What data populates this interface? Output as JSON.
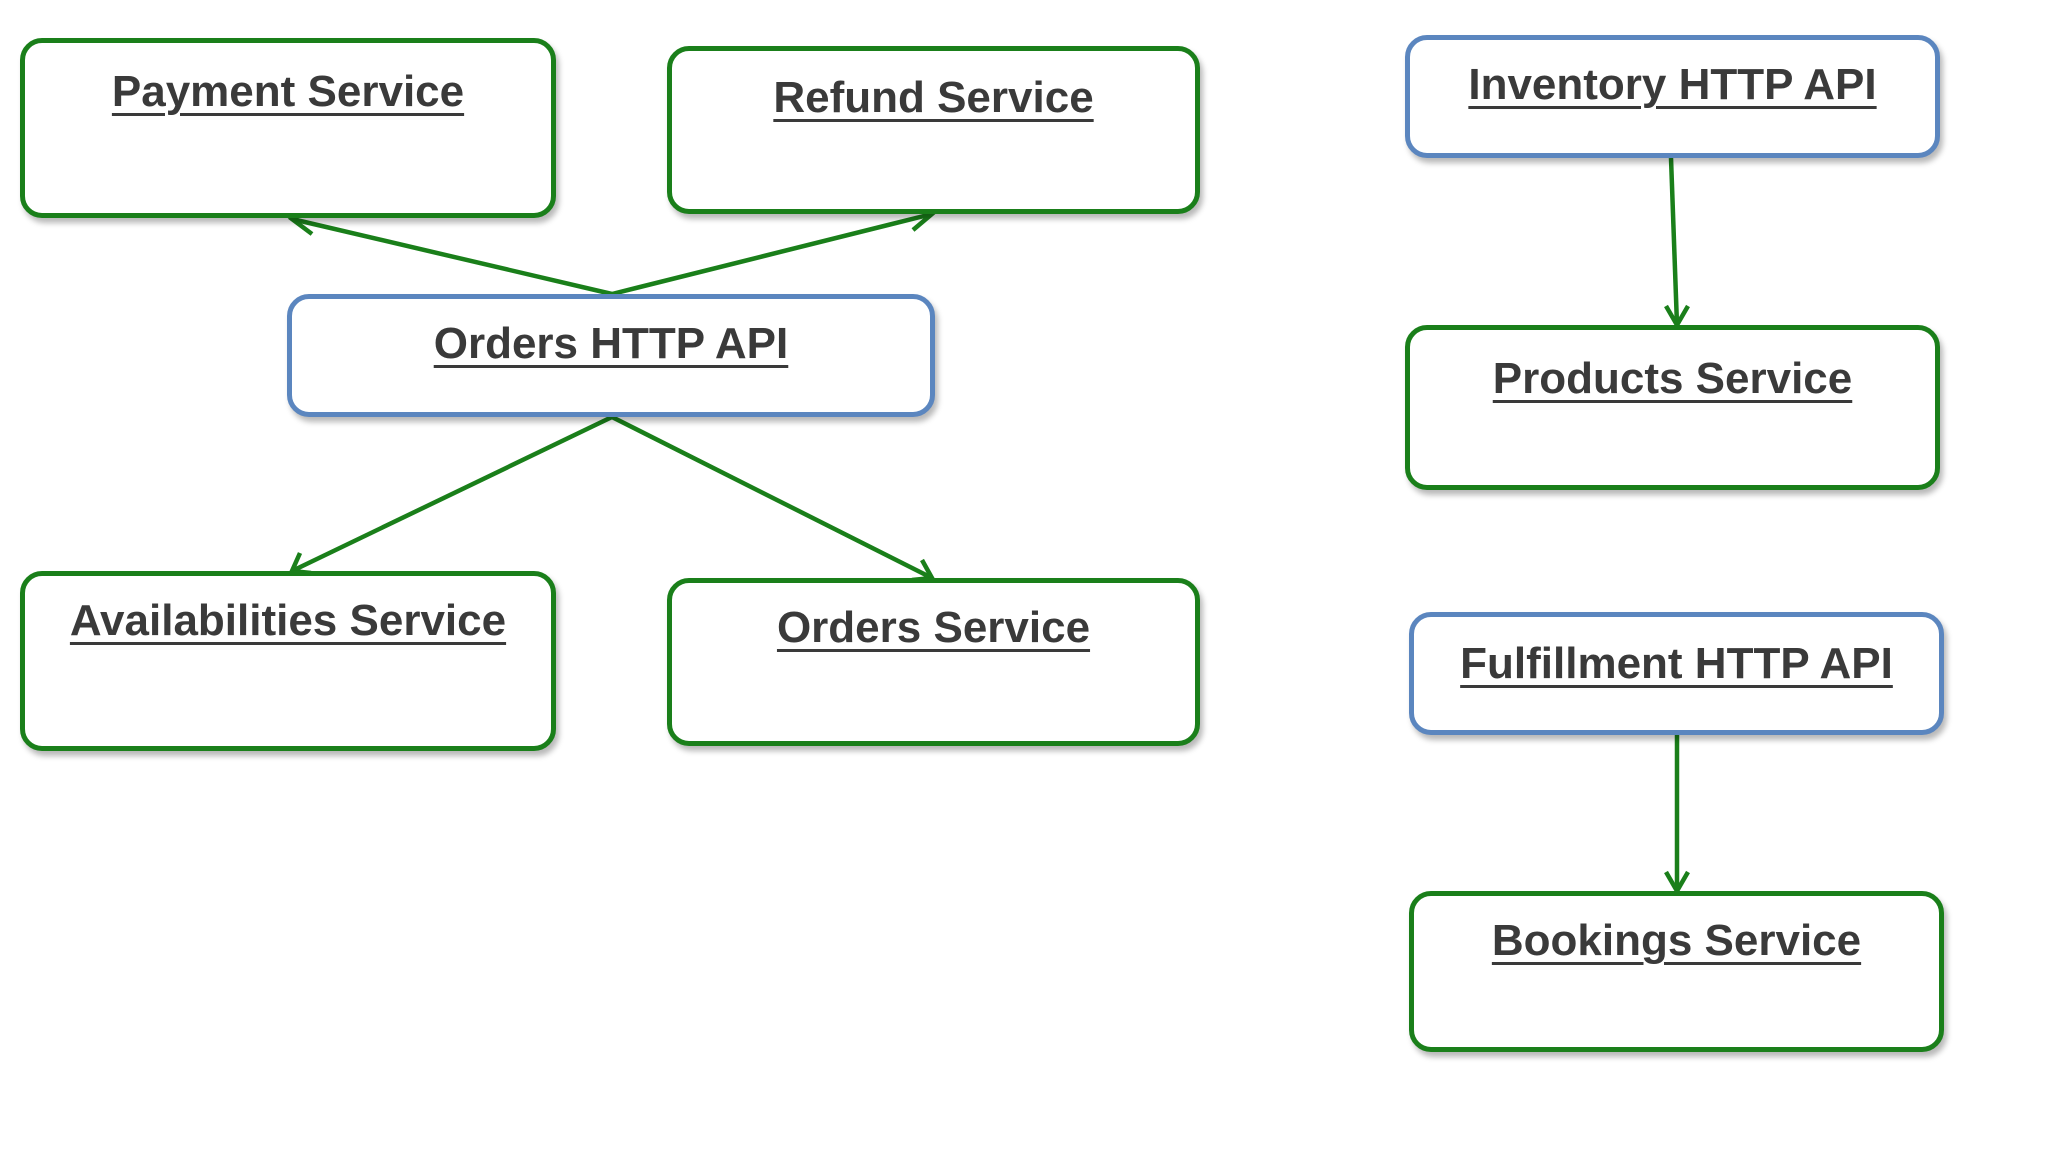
{
  "colors": {
    "service_border": "#1a7f1a",
    "api_border": "#5b86bf",
    "arrow": "#1a7f1a",
    "label_text": "#3a3a3a"
  },
  "nodes": {
    "payment_service": "Payment Service",
    "refund_service": "Refund Service",
    "orders_http_api": "Orders HTTP API",
    "availabilities_service": "Availabilities Service",
    "orders_service": "Orders Service",
    "inventory_http_api": "Inventory HTTP API",
    "products_service": "Products Service",
    "fulfillment_http_api": "Fulfillment HTTP API",
    "bookings_service": "Bookings Service"
  },
  "edges": [
    {
      "from": "Orders HTTP API",
      "to": "Payment Service"
    },
    {
      "from": "Orders HTTP API",
      "to": "Refund Service"
    },
    {
      "from": "Orders HTTP API",
      "to": "Availabilities Service"
    },
    {
      "from": "Orders HTTP API",
      "to": "Orders Service"
    },
    {
      "from": "Inventory HTTP API",
      "to": "Products Service"
    },
    {
      "from": "Fulfillment HTTP API",
      "to": "Bookings Service"
    }
  ]
}
